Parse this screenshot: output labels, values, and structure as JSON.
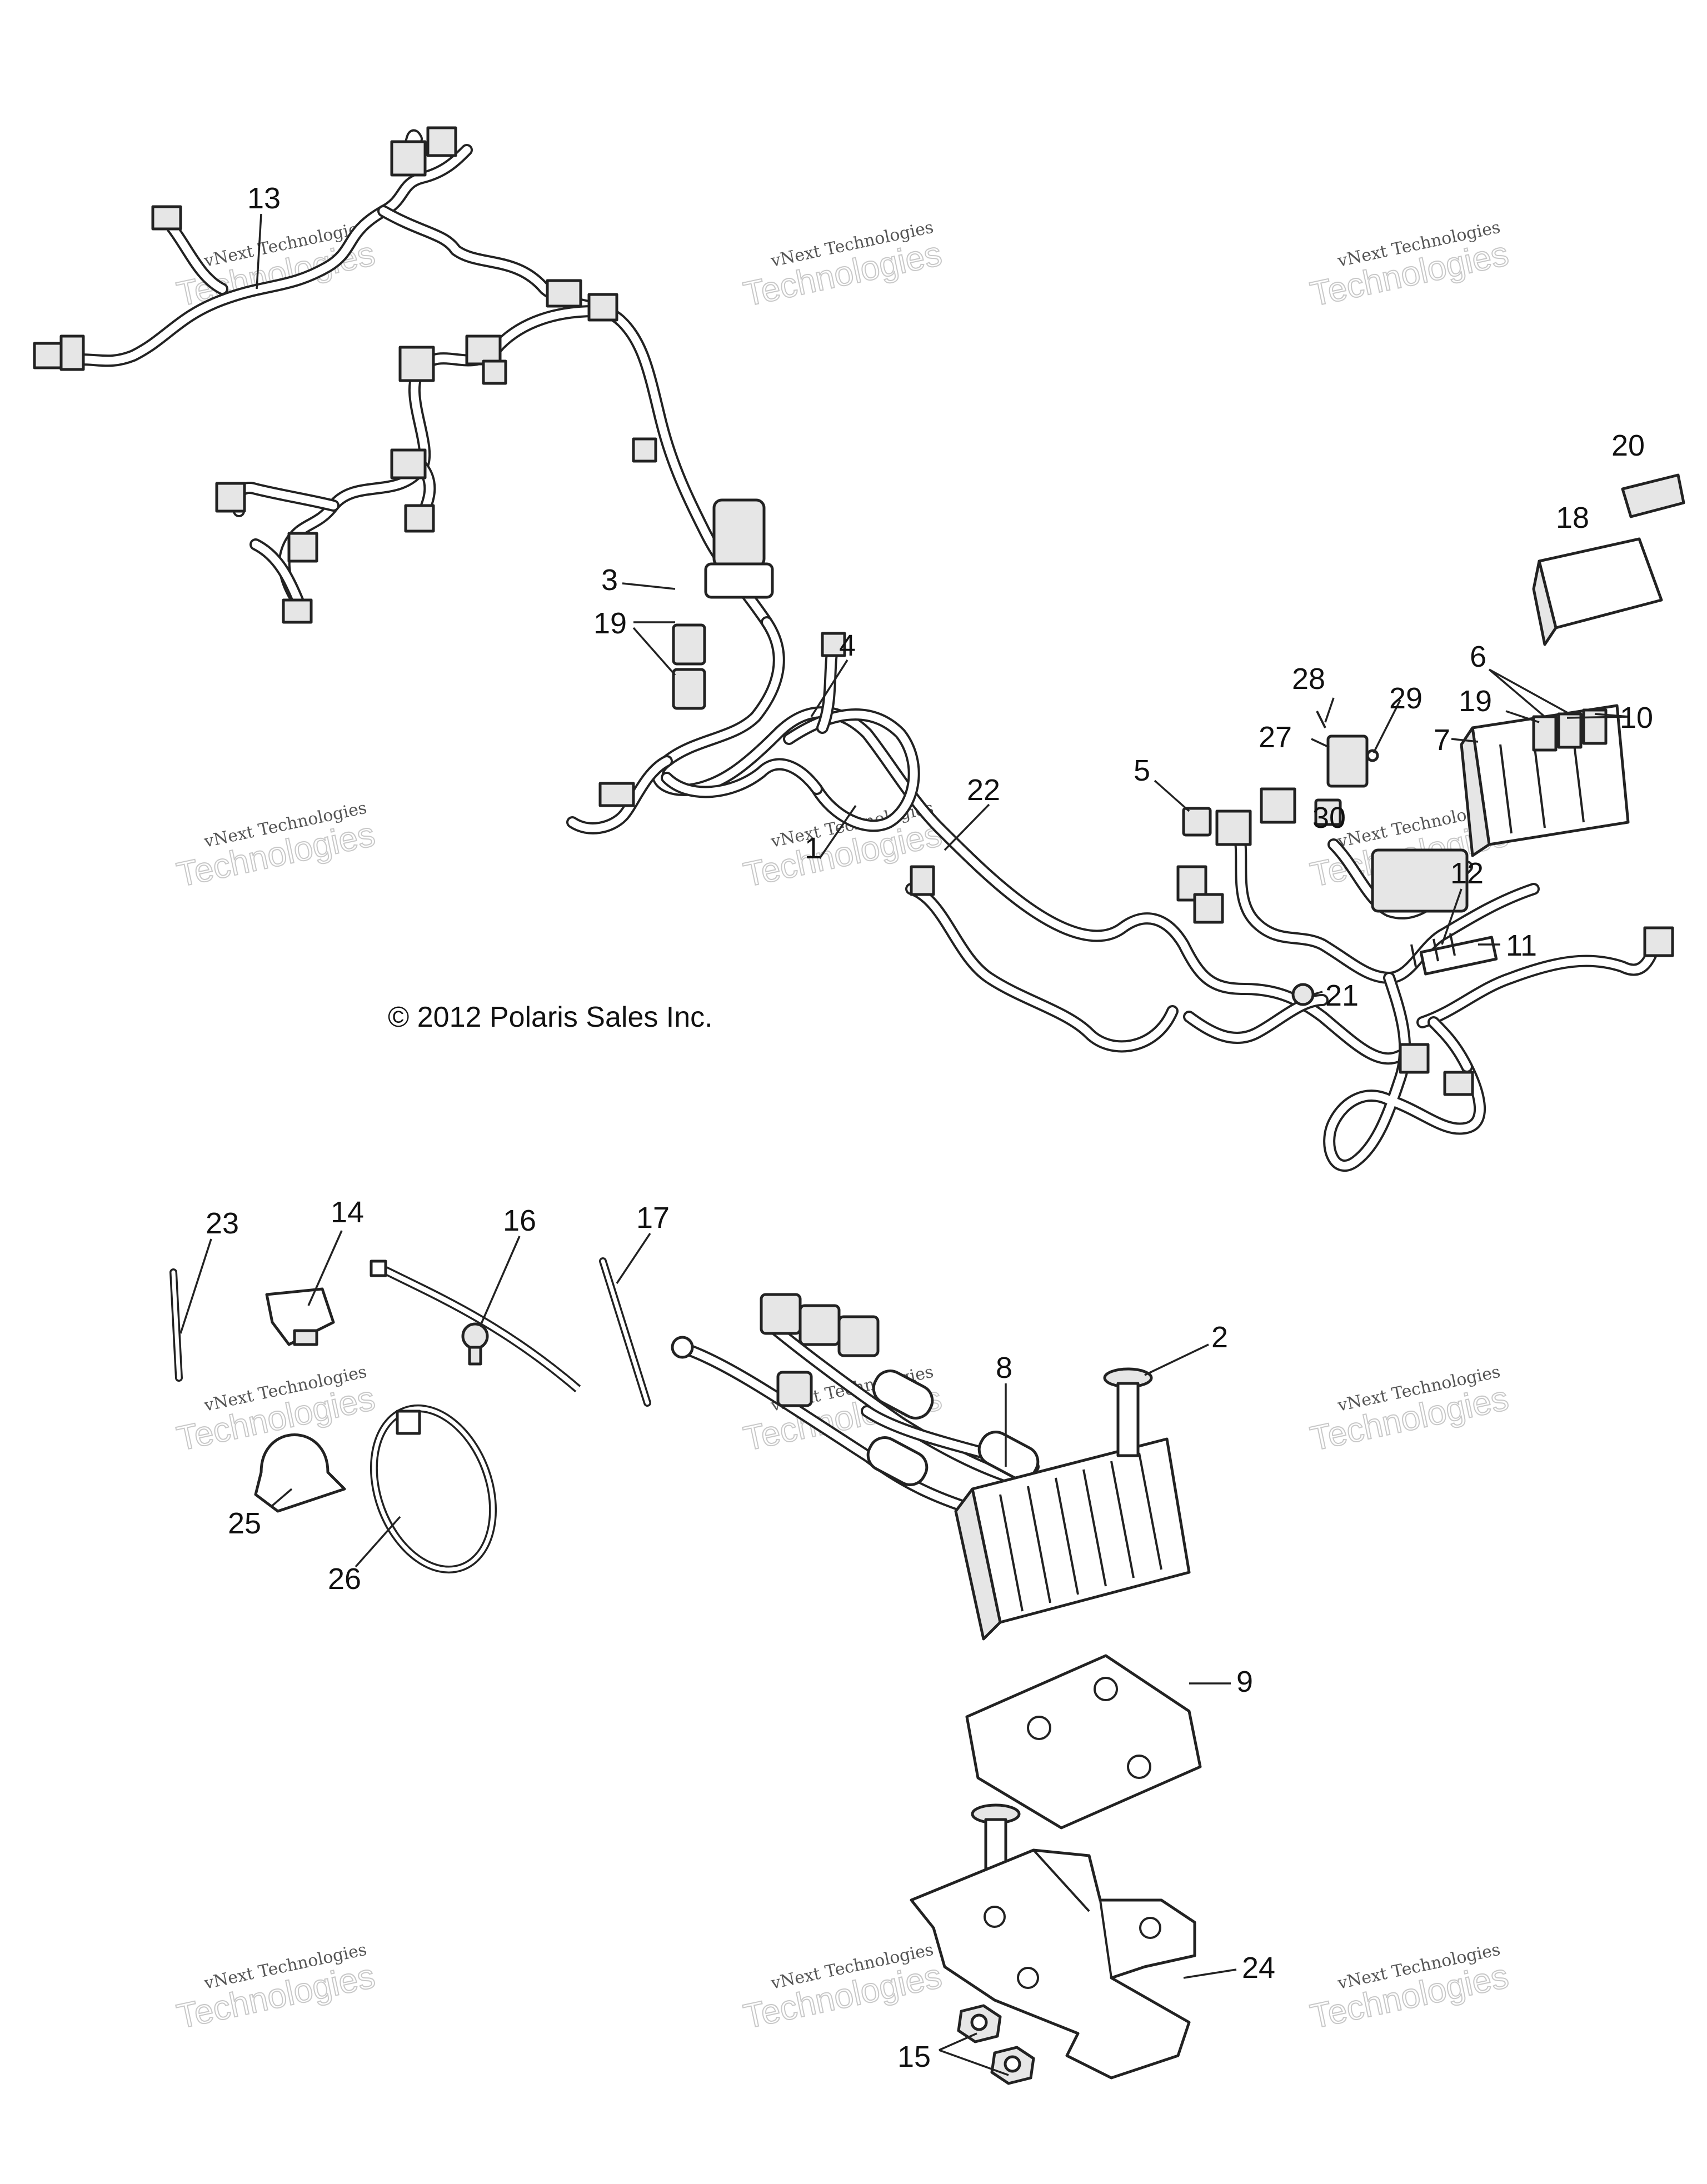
{
  "copyright": "© 2012 Polaris Sales Inc.",
  "watermark": {
    "line1": "vNext Technologies",
    "line2": "Technologies"
  },
  "callouts": {
    "c1": "1",
    "c2": "2",
    "c3": "3",
    "c4": "4",
    "c5": "5",
    "c6": "6",
    "c7": "7",
    "c8": "8",
    "c9": "9",
    "c10": "10",
    "c11": "11",
    "c12": "12",
    "c13": "13",
    "c14": "14",
    "c15": "15",
    "c16": "16",
    "c17": "17",
    "c18": "18",
    "c19a": "19",
    "c19b": "19",
    "c20": "20",
    "c21": "21",
    "c22": "22",
    "c23": "23",
    "c24": "24",
    "c25": "25",
    "c26": "26",
    "c27": "27",
    "c28": "28",
    "c29": "29",
    "c30": "30"
  }
}
